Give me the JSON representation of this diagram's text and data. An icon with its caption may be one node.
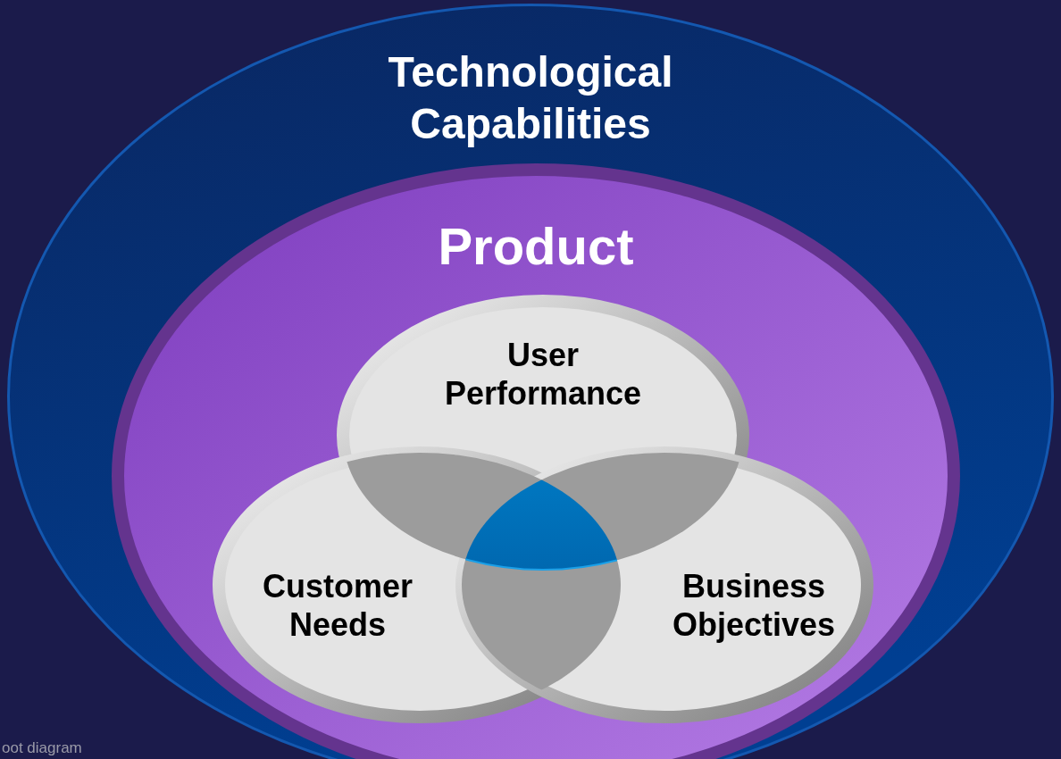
{
  "diagram": {
    "nodes": [
      {
        "text": [
          "Technological Capabilities"
        ]
      },
      {
        "text": [
          "Product"
        ],
        "in": 0
      },
      {
        "text": [
          "User Performance"
        ],
        "in": 1
      },
      {
        "text": [
          "Customer Needs"
        ],
        "in": 1
      },
      {
        "text": [
          "Business Objectives"
        ],
        "in": 1
      }
    ],
    "edges": [],
    "labels": [
      "oot diagram"
    ]
  }
}
